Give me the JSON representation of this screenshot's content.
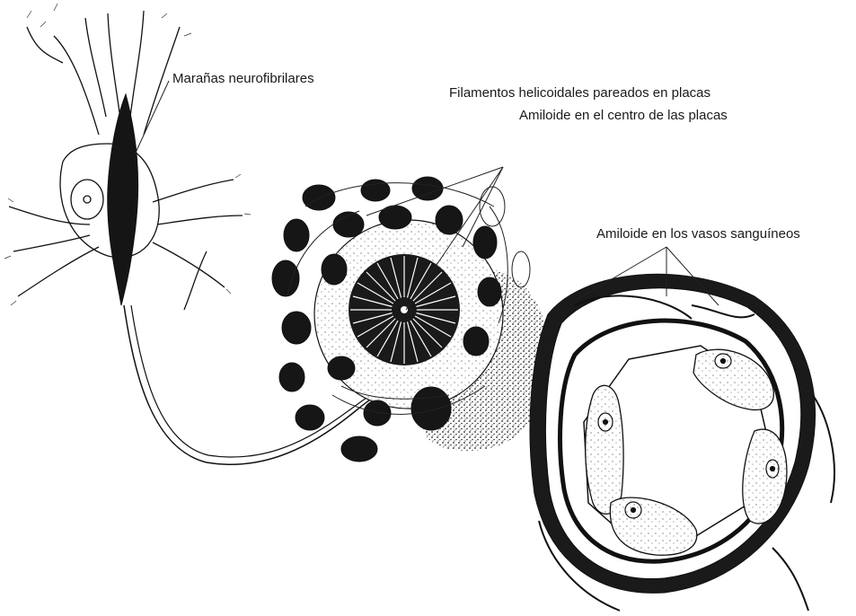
{
  "labels": {
    "tangles": "Marañas neurofibrilares",
    "filaments": "Filamentos helicoidales pareados en placas",
    "amyloid_center": "Amiloide en el centro de las placas",
    "amyloid_vessels": "Amiloide en los vasos sanguíneos"
  },
  "colors": {
    "ink": "#111111",
    "stipple": "#2a2a2a",
    "background": "#ffffff"
  }
}
